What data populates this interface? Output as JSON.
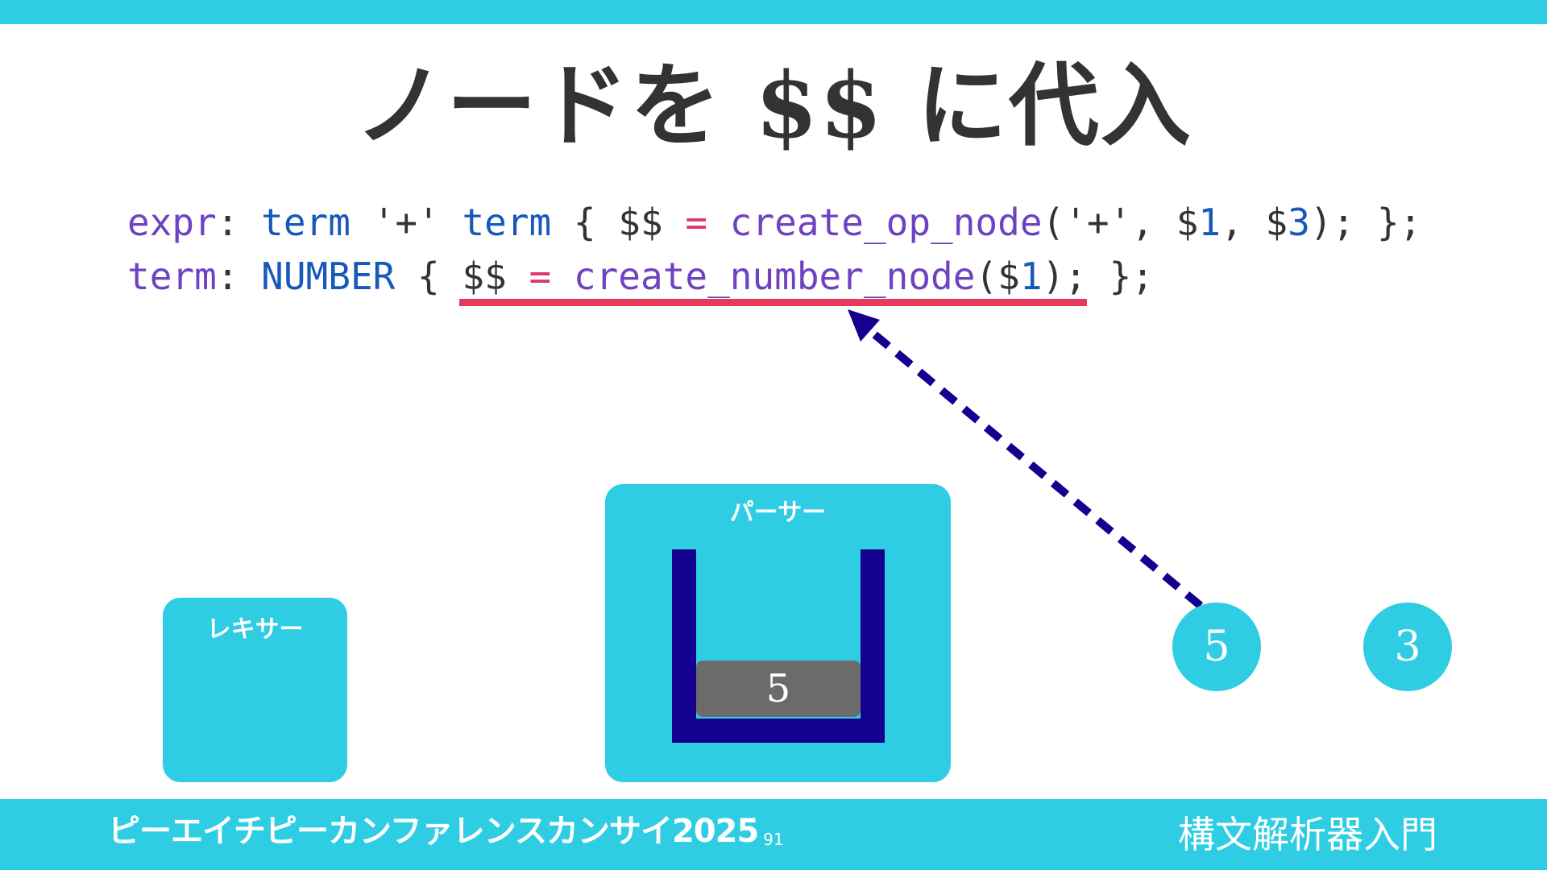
{
  "slide": {
    "title": "ノードを $$ に代入",
    "page_number": "91"
  },
  "code": {
    "line1": [
      {
        "text": "expr",
        "cls": "kw"
      },
      {
        "text": ": ",
        "cls": ""
      },
      {
        "text": "term",
        "cls": "ty"
      },
      {
        "text": " '+' ",
        "cls": ""
      },
      {
        "text": "term",
        "cls": "ty"
      },
      {
        "text": " { $$ ",
        "cls": ""
      },
      {
        "text": "=",
        "cls": "op"
      },
      {
        "text": " ",
        "cls": ""
      },
      {
        "text": "create_op_node",
        "cls": "fn"
      },
      {
        "text": "('+', $",
        "cls": ""
      },
      {
        "text": "1",
        "cls": "nm"
      },
      {
        "text": ", $",
        "cls": ""
      },
      {
        "text": "3",
        "cls": "nm"
      },
      {
        "text": "); };",
        "cls": ""
      }
    ],
    "line2": [
      {
        "text": "term",
        "cls": "kw"
      },
      {
        "text": ": ",
        "cls": ""
      },
      {
        "text": "NUMBER",
        "cls": "ty"
      },
      {
        "text": " { $$ ",
        "cls": ""
      },
      {
        "text": "=",
        "cls": "op"
      },
      {
        "text": " ",
        "cls": ""
      },
      {
        "text": "create_number_node",
        "cls": "fn"
      },
      {
        "text": "($",
        "cls": ""
      },
      {
        "text": "1",
        "cls": "nm"
      },
      {
        "text": "); };",
        "cls": ""
      }
    ]
  },
  "diagram": {
    "lexer_label": "レキサー",
    "parser_label": "パーサー",
    "stack_item": "5",
    "tokens": [
      "5",
      "3"
    ]
  },
  "footer": {
    "logo_text": "ピーエイチピーカンファレンスカンサイ2025",
    "deck_title": "構文解析器入門"
  },
  "colors": {
    "accent": "#2ecde3",
    "stack": "#14008f",
    "underline": "#e63a5c",
    "arrow": "#14008f",
    "stack_item": "#6b6b6b"
  }
}
